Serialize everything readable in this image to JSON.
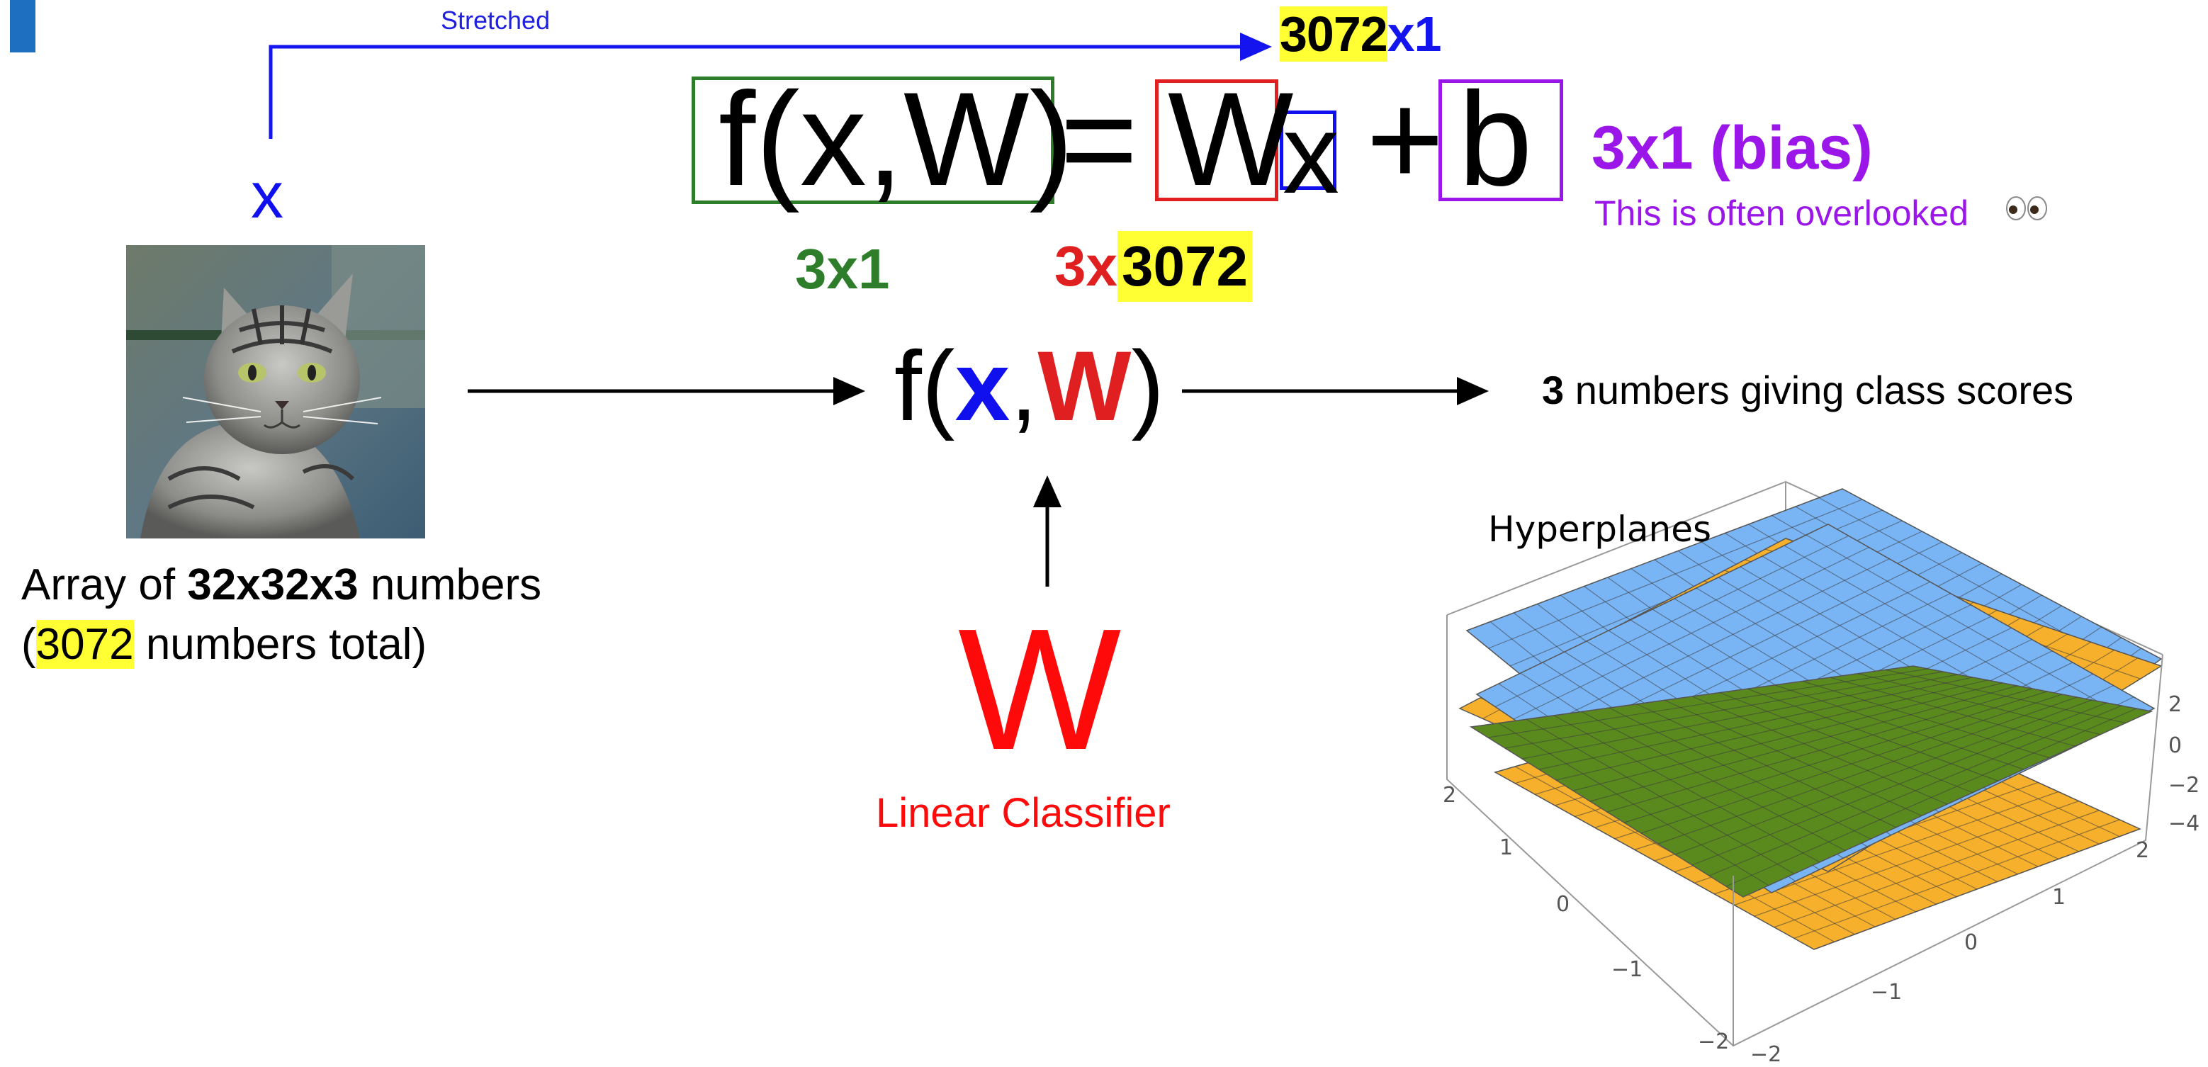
{
  "colors": {
    "tab": "#1f6fc1",
    "blue": "#1010ee",
    "red": "#e02020",
    "green": "#2e7d2a",
    "purple": "#9b16e8",
    "highlight": "#ffff33",
    "plane_blue": "#79b4f5",
    "plane_orange": "#f6b02c",
    "plane_green": "#5a8a1e"
  },
  "stretch": {
    "label": "Stretched"
  },
  "input": {
    "symbol": "x"
  },
  "output_dim": {
    "value": "3072",
    "suffix": "x1"
  },
  "equation": {
    "f": "f(x,W)",
    "equals": "=",
    "w": "W",
    "x": "x",
    "plus": "+",
    "b": "b"
  },
  "bias": {
    "dim": "3x1 (bias)",
    "note": "This is often overlooked",
    "icon": "eyes-emoji"
  },
  "dims": {
    "f": "3x1",
    "w_prefix": "3x",
    "w_value": "3072"
  },
  "image": {
    "subject": "tabby-cat-photo"
  },
  "caption": {
    "line1_pre": "Array of ",
    "line1_bold": "32x32x3",
    "line1_post": " numbers",
    "line2_open": "(",
    "line2_hl": "3072",
    "line2_post": " numbers total)"
  },
  "function": {
    "f_open": "f(",
    "x": "x",
    "comma": ",",
    "w": "W",
    "close": ")"
  },
  "output": {
    "count": "3",
    "text": " numbers giving class scores"
  },
  "weights": {
    "symbol": "W",
    "label": "Linear Classifier"
  },
  "plot": {
    "title": "Hyperplanes",
    "z_ticks": [
      "2",
      "0",
      "−2",
      "−4"
    ],
    "x_ticks": [
      "2",
      "1",
      "0",
      "−1",
      "−2"
    ],
    "y_ticks": [
      "2",
      "1",
      "0",
      "−1",
      "−2"
    ]
  }
}
